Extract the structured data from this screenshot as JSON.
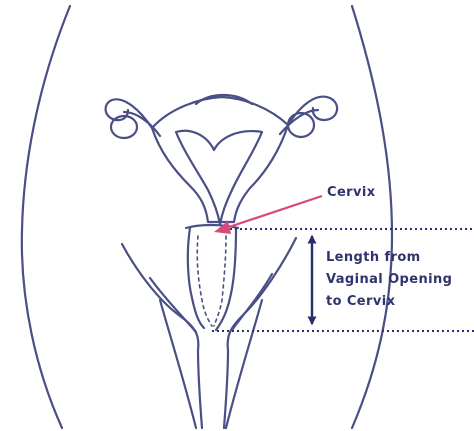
{
  "labels": {
    "cervix": "Cervix",
    "length_lines": [
      "Length from",
      "Vaginal Opening",
      "to Cervix"
    ]
  },
  "colors": {
    "outline": "#4a4f85",
    "text": "#30346e",
    "pointer": "#d9487a",
    "arrow": "#2b2f6b",
    "dotted": "#2b2f6b",
    "background": "#ffffff"
  }
}
